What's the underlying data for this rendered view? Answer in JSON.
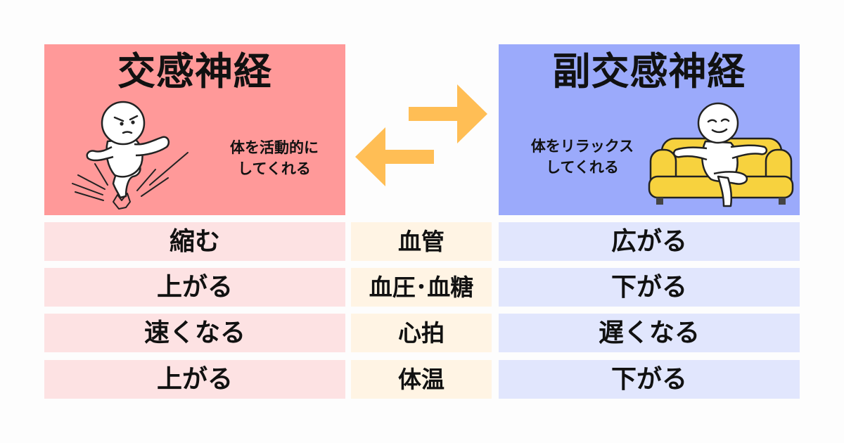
{
  "colors": {
    "sympathetic_panel": "#ff9999",
    "parasympathetic_panel": "#9baafb",
    "sympathetic_cell": "#fde2e3",
    "center_cell": "#fff4e4",
    "parasympathetic_cell": "#e1e6fd",
    "arrow": "#ffbe55",
    "sofa": "#f7d23e"
  },
  "sympathetic": {
    "title": "交感神経",
    "desc_line1": "体を活動的に",
    "desc_line2": "してくれる",
    "illustration": "running-person-icon"
  },
  "parasympathetic": {
    "title": "副交感神経",
    "desc_line1": "体をリラックス",
    "desc_line2": "してくれる",
    "illustration": "relaxing-person-on-sofa-icon"
  },
  "arrows_icon": "swap-arrows-icon",
  "rows": [
    {
      "sympathetic": "縮む",
      "item": "血管",
      "parasympathetic": "広がる"
    },
    {
      "sympathetic": "上がる",
      "item": "血圧･血糖",
      "parasympathetic": "下がる"
    },
    {
      "sympathetic": "速くなる",
      "item": "心拍",
      "parasympathetic": "遅くなる"
    },
    {
      "sympathetic": "上がる",
      "item": "体温",
      "parasympathetic": "下がる"
    }
  ]
}
